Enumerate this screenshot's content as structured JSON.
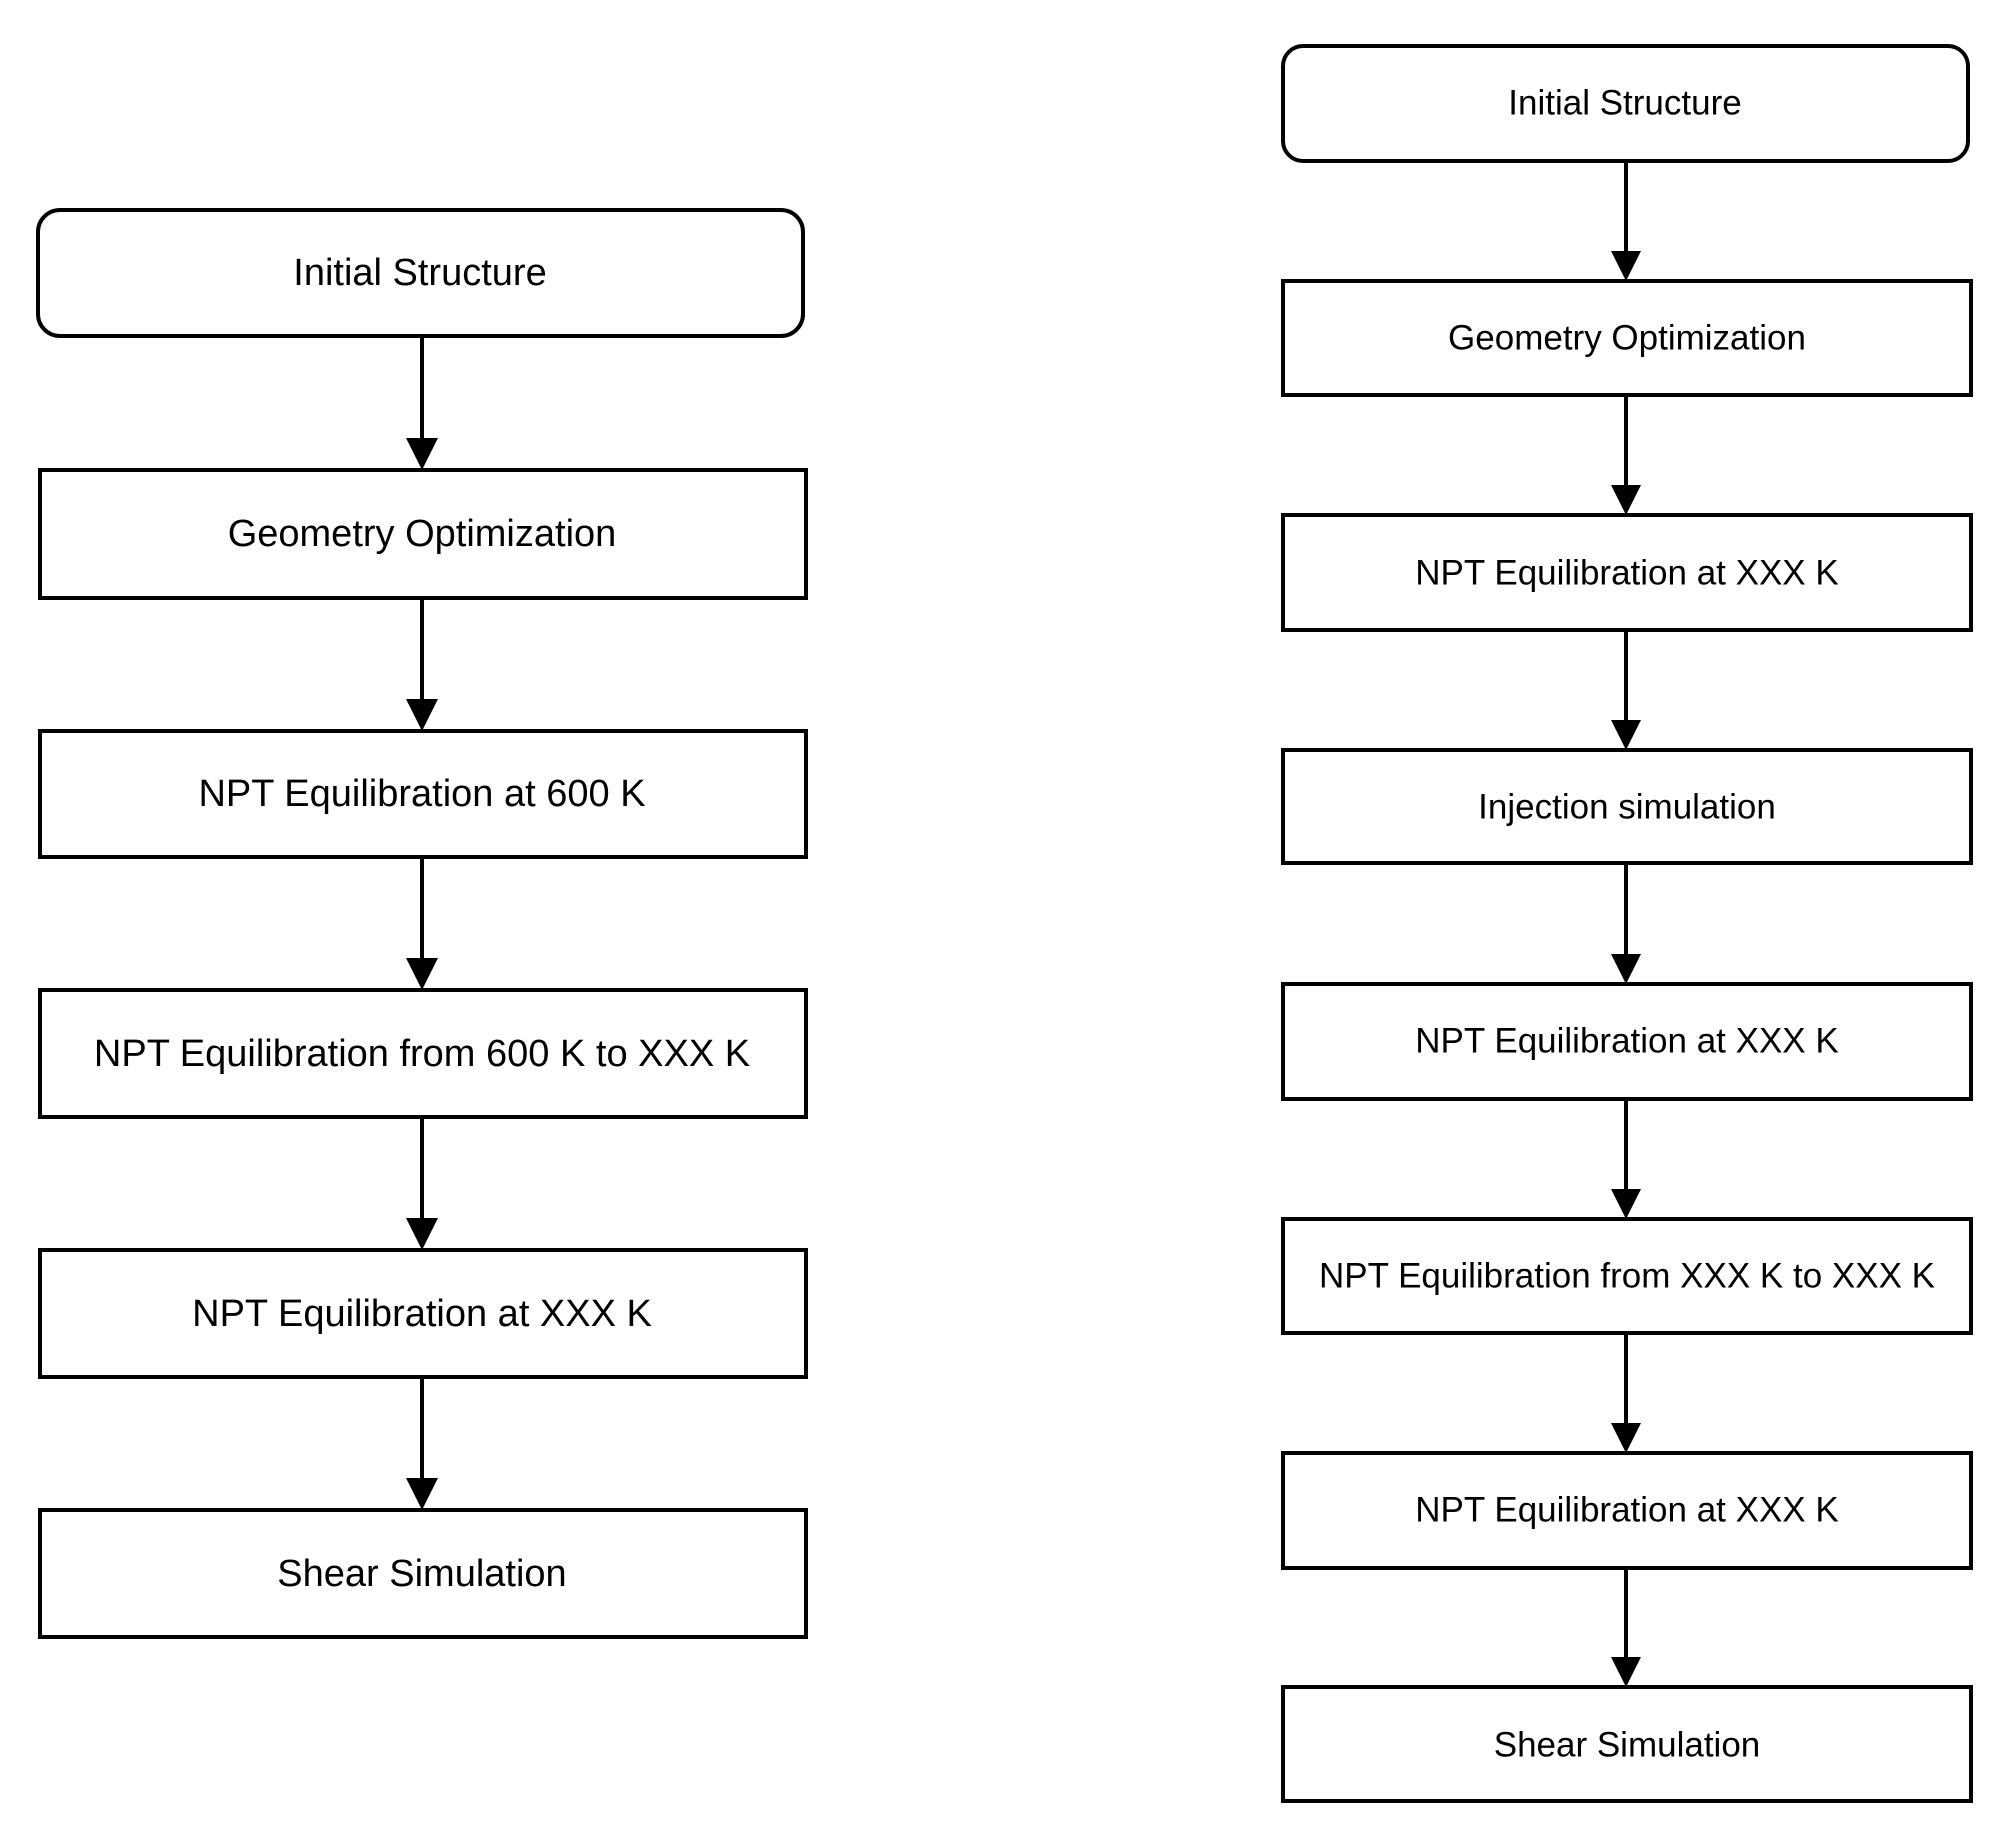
{
  "flowcharts": [
    {
      "steps": [
        "Initial Structure",
        "Geometry Optimization",
        "NPT Equilibration at 600 K",
        "NPT Equilibration from 600 K to XXX K",
        "NPT Equilibration at XXX K",
        "Shear Simulation"
      ]
    },
    {
      "steps": [
        "Initial Structure",
        "Geometry Optimization",
        "NPT Equilibration at XXX K",
        "Injection simulation",
        "NPT Equilibration at XXX K",
        "NPT Equilibration from XXX K to XXX K",
        "NPT Equilibration at XXX K",
        "Shear Simulation"
      ]
    }
  ]
}
